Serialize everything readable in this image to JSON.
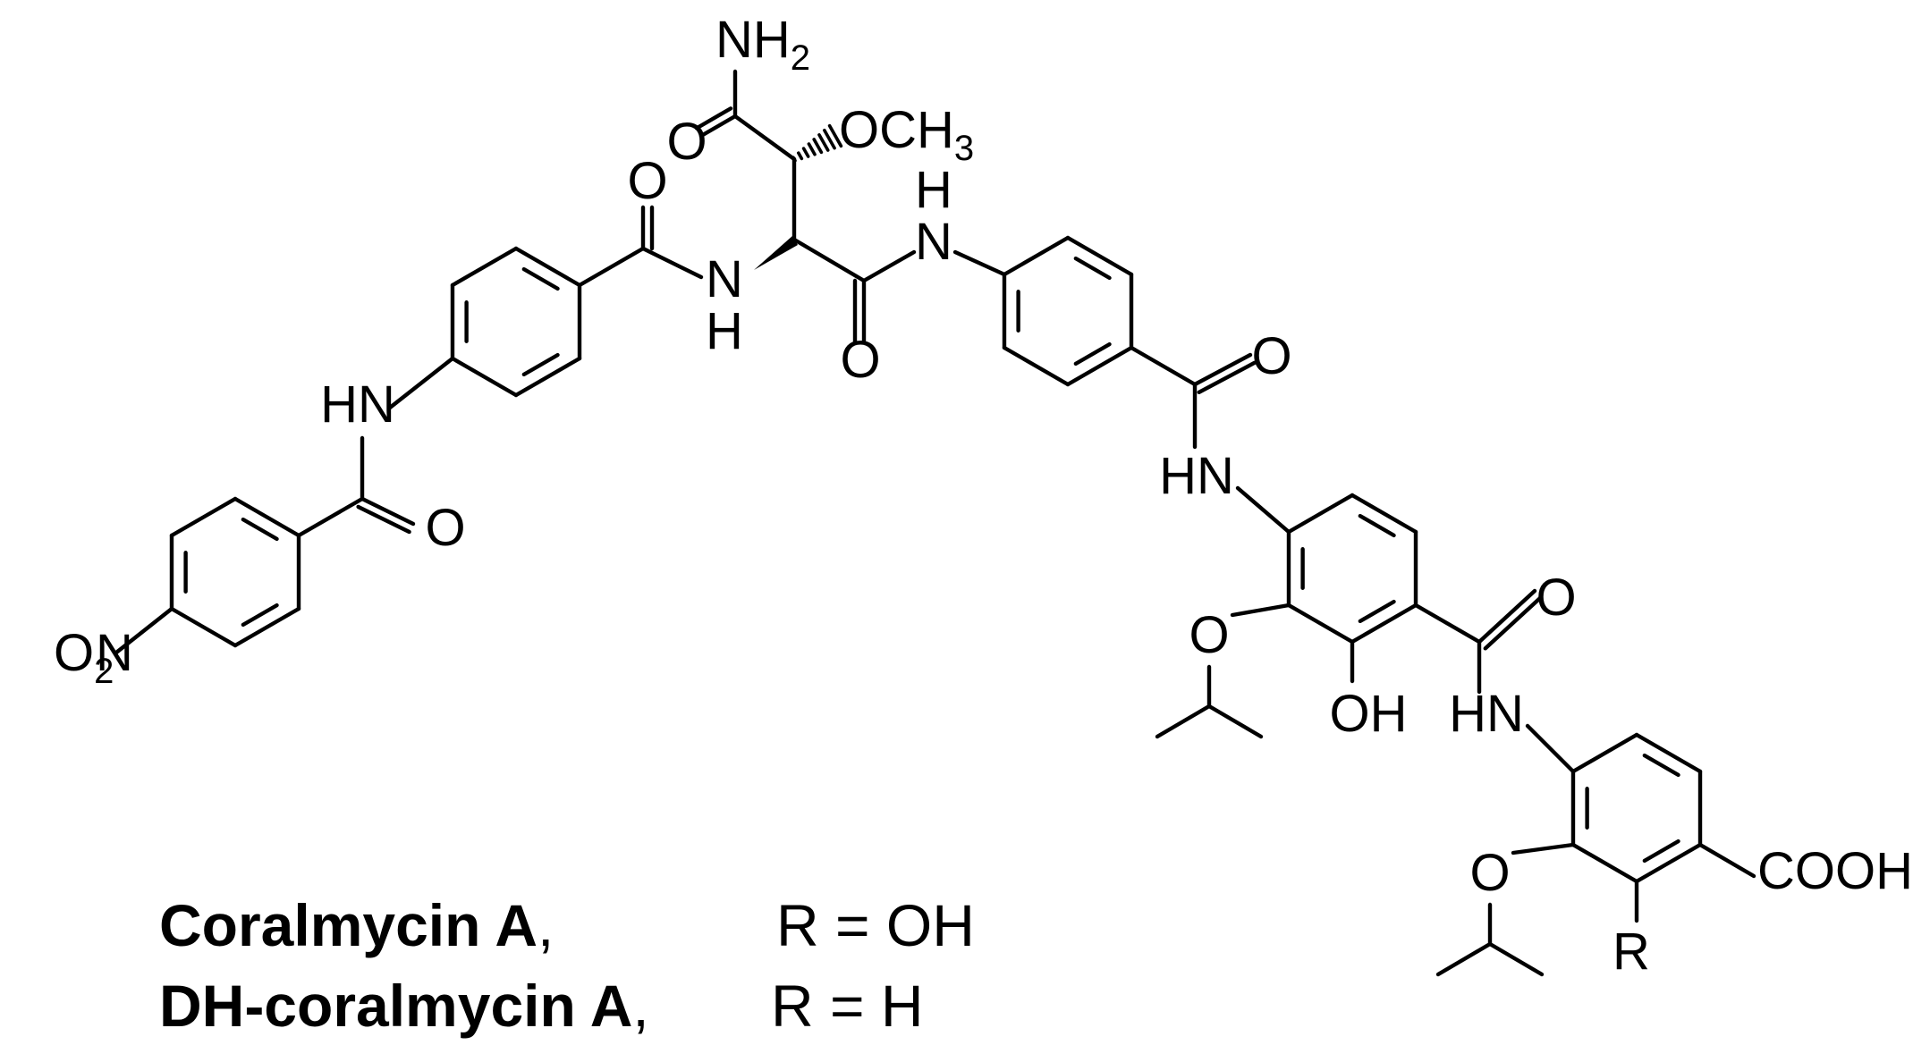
{
  "labels": {
    "nh2": "NH",
    "nh2_sub": "2",
    "och3": "OCH",
    "och3_sub": "3",
    "o": "O",
    "h": "H",
    "n": "N",
    "nh": "NH",
    "hn": "HN",
    "o2": "O",
    "o2_sub": "2",
    "oh": "OH",
    "r": "R",
    "cooh": "COOH"
  },
  "captions": [
    {
      "name": "Coralmycin A",
      "sep": ",",
      "rgroup": "R = OH"
    },
    {
      "name": "DH-coralmycin A",
      "sep": ",",
      "rgroup": "R = H"
    }
  ]
}
